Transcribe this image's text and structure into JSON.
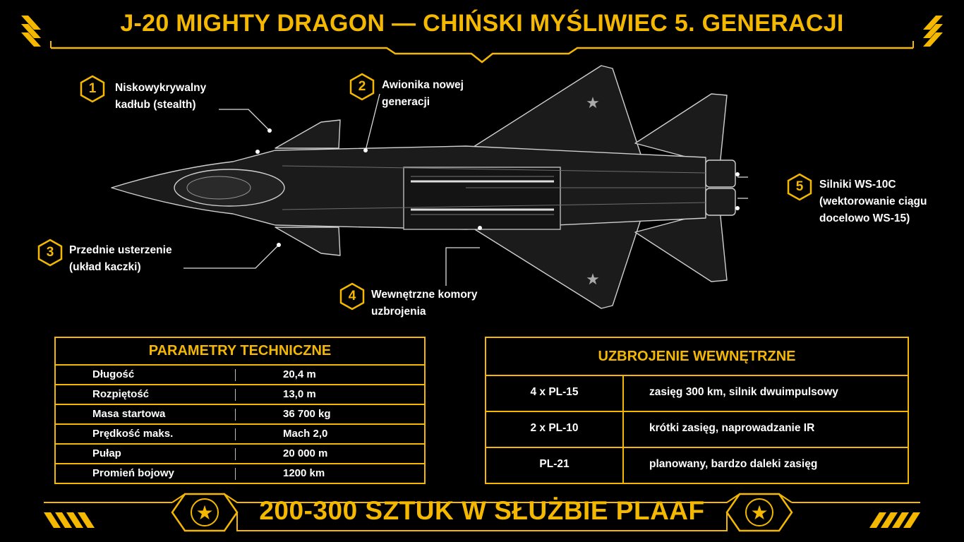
{
  "title": "J-20 MIGHTY DRAGON — CHIŃSKI MYŚLIWIEC 5. GENERACJI",
  "callouts": [
    {
      "num": "1",
      "line1": "Niskowykrywalny",
      "line2": "kadłub (stealth)"
    },
    {
      "num": "2",
      "line1": "Awionika nowej",
      "line2": "generacji"
    },
    {
      "num": "3",
      "line1": "Przednie usterzenie",
      "line2": "(układ kaczki)"
    },
    {
      "num": "4",
      "line1": "Wewnętrzne komory",
      "line2": "uzbrojenia"
    },
    {
      "num": "5",
      "line1": "Silniki WS-10C",
      "line2": "(wektorowanie ciągu",
      "line3": "docelowo WS-15)"
    }
  ],
  "specs": {
    "title": "PARAMETRY TECHNICZNE",
    "rows": [
      {
        "label": "Długość",
        "value": "20,4 m"
      },
      {
        "label": "Rozpiętość",
        "value": "13,0 m"
      },
      {
        "label": "Masa startowa",
        "value": "36 700 kg"
      },
      {
        "label": "Prędkość maks.",
        "value": "Mach 2,0"
      },
      {
        "label": "Pułap",
        "value": "20 000 m"
      },
      {
        "label": "Promień bojowy",
        "value": "1200 km"
      }
    ]
  },
  "armament": {
    "title": "UZBROJENIE WEWNĘTRZNE",
    "rows": [
      {
        "label": "4 x PL-15",
        "value": "zasięg 300 km, silnik dwuimpulsowy"
      },
      {
        "label": "2 x PL-10",
        "value": "krótki zasięg, naprowadzanie IR"
      },
      {
        "label": "PL-21",
        "value": "planowany, bardzo daleki zasięg"
      }
    ]
  },
  "banner": "200-300 SZTUK W SŁUŻBIE PLAAF",
  "colors": {
    "accent": "#f5b800",
    "background": "#000000"
  },
  "icons": [
    "star-icon",
    "hexagon-icon",
    "stripes-decoration"
  ]
}
